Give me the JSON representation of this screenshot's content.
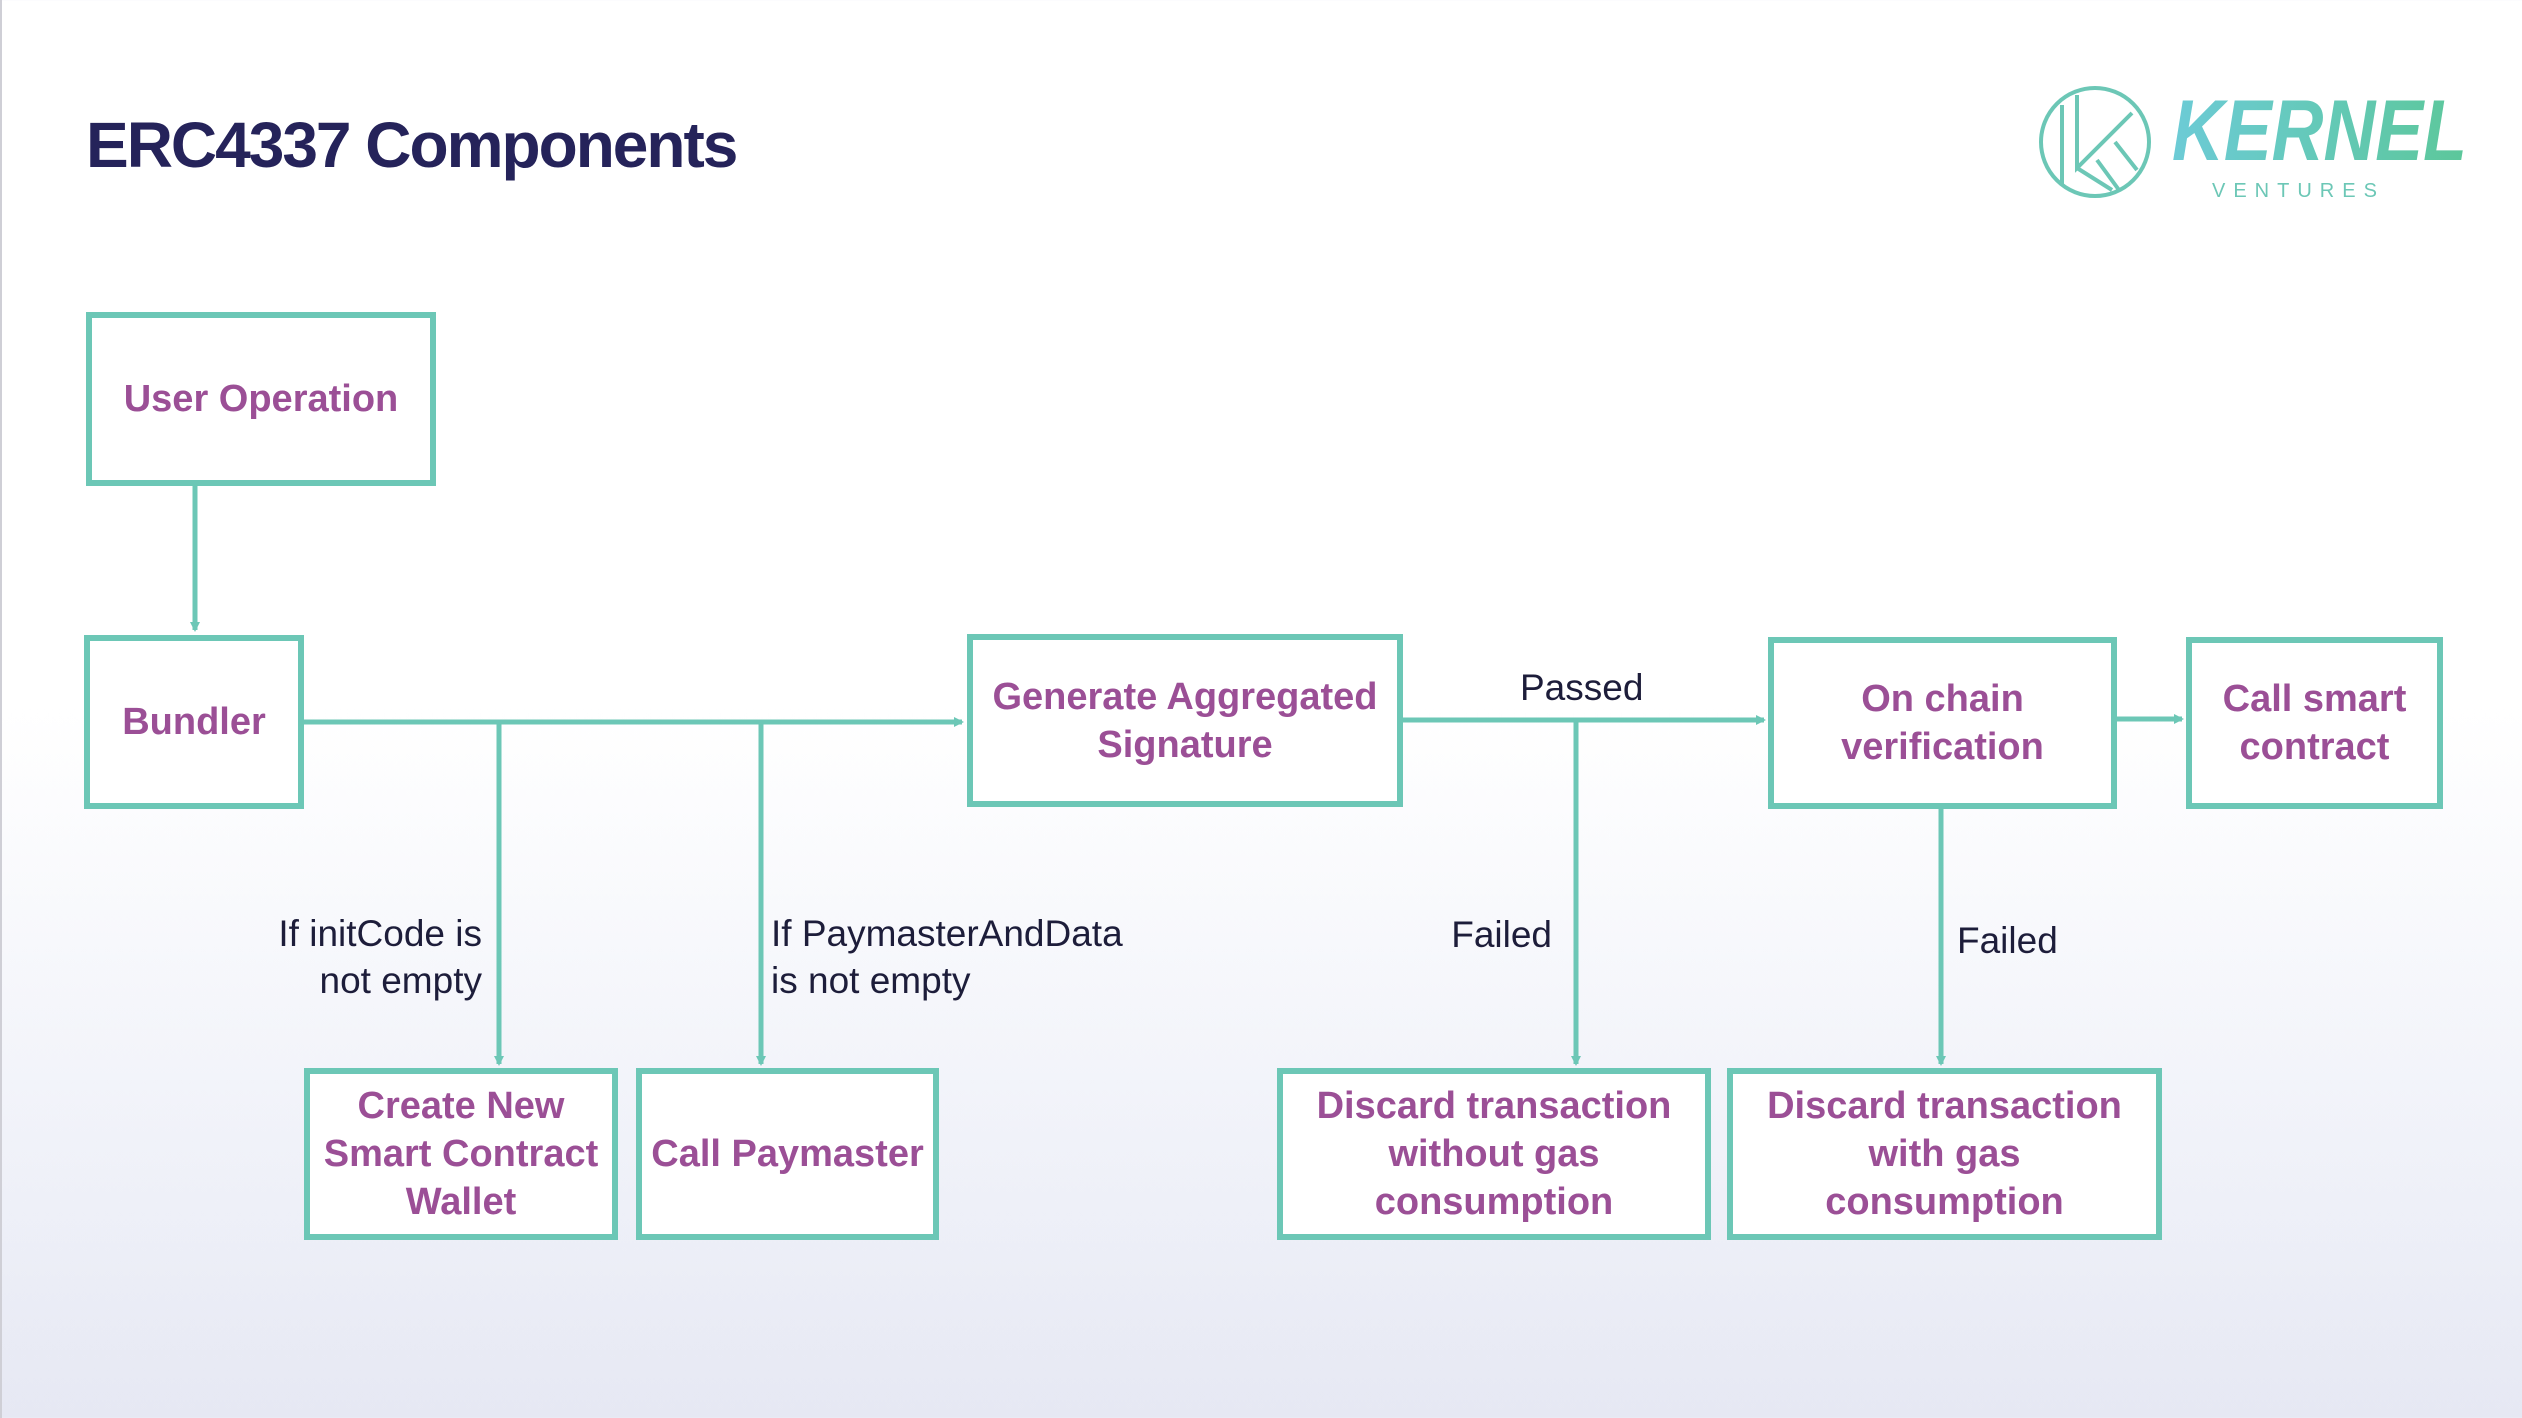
{
  "title": "ERC4337 Components",
  "logo": {
    "name": "KERNEL",
    "sub": "VENTURES"
  },
  "colors": {
    "accent": "#6cc7b6",
    "node_text": "#9b4f96",
    "title": "#25235a"
  },
  "nodes": {
    "user_operation": "User Operation",
    "bundler": "Bundler",
    "generate_signature": "Generate Aggregated Signature",
    "on_chain_verification": "On chain verification",
    "call_smart_contract": "Call smart contract",
    "create_wallet": "Create New Smart Contract Wallet",
    "call_paymaster": "Call Paymaster",
    "discard_no_gas": "Discard transaction without gas consumption",
    "discard_gas": "Discard transaction with gas consumption"
  },
  "edge_labels": {
    "init_code_1": "If initCode is",
    "init_code_2": "not empty",
    "paymaster_1": "If PaymasterAndData",
    "paymaster_2": "is not empty",
    "passed": "Passed",
    "failed_1": "Failed",
    "failed_2": "Failed"
  }
}
